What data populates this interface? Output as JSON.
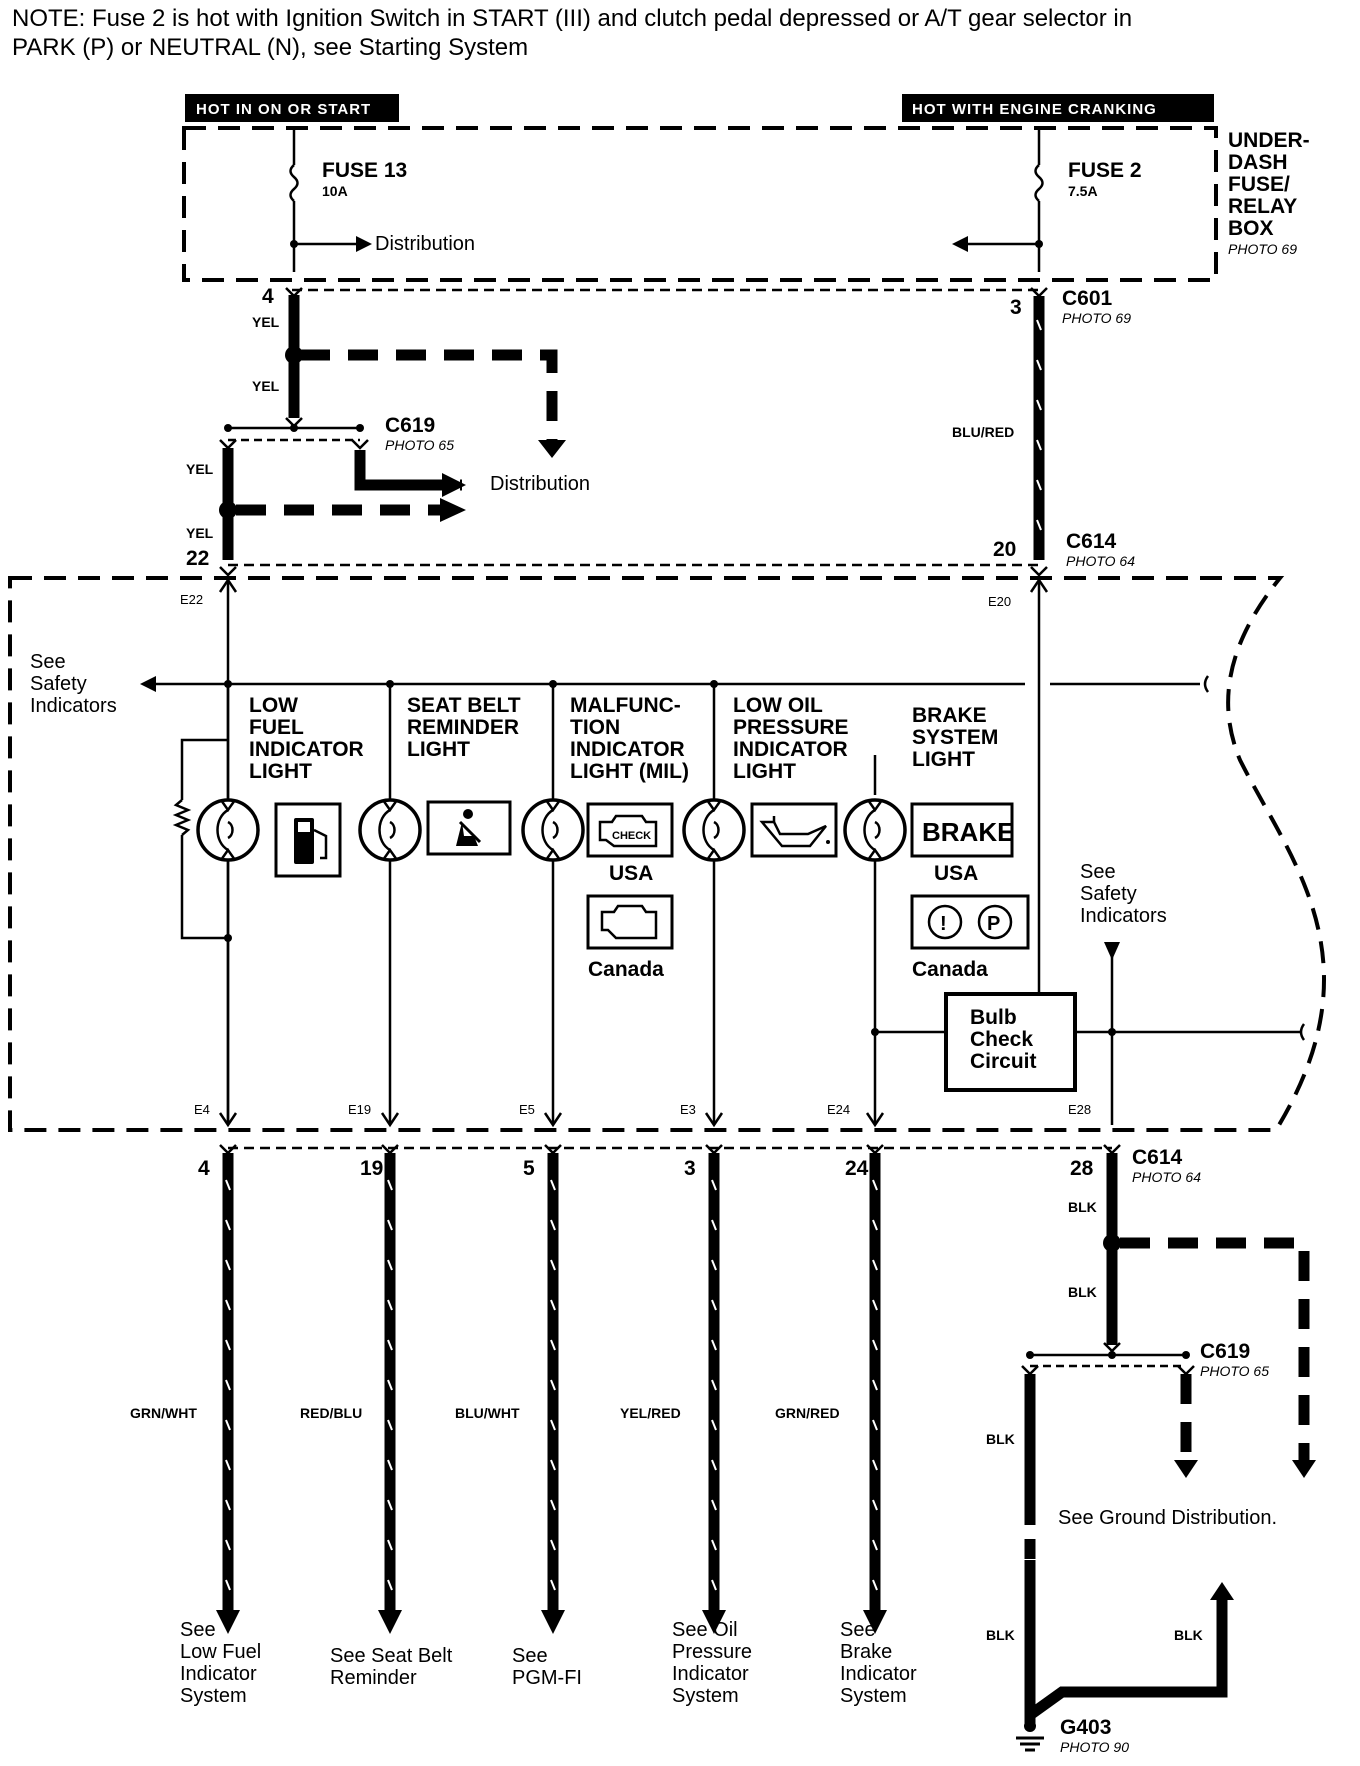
{
  "note": {
    "line1": "NOTE: Fuse 2 is hot with Ignition Switch in START (III) and clutch pedal depressed or A/T gear selector in",
    "line2": "PARK (P) or NEUTRAL (N), see Starting System"
  },
  "headers": {
    "left": "HOT IN ON OR START",
    "right": "HOT WITH ENGINE CRANKING"
  },
  "fuse_box": {
    "label": [
      "UNDER-",
      "DASH",
      "FUSE/",
      "RELAY",
      "BOX"
    ],
    "photo": "PHOTO 69",
    "fuse13": {
      "name": "FUSE 13",
      "rating": "10A"
    },
    "fuse2": {
      "name": "FUSE 2",
      "rating": "7.5A"
    },
    "distribution": "Distribution"
  },
  "connectors": {
    "c601": {
      "name": "C601",
      "photo": "PHOTO 69",
      "pin_left": "4",
      "pin_right": "3"
    },
    "c619_top": {
      "name": "C619",
      "photo": "PHOTO 65"
    },
    "c614_top": {
      "name": "C614",
      "photo": "PHOTO 64",
      "pin_left": "22",
      "pin_right": "20"
    },
    "c614_bottom": {
      "name": "C614",
      "photo": "PHOTO 64",
      "pin": "28"
    },
    "c619_bottom": {
      "name": "C619",
      "photo": "PHOTO 65"
    },
    "g403": {
      "name": "G403",
      "photo": "PHOTO 90"
    }
  },
  "wires": {
    "yel": "YEL",
    "blu_red": "BLU/RED",
    "blk": "BLK",
    "grn_wht": "GRN/WHT",
    "red_blu": "RED/BLU",
    "blu_wht": "BLU/WHT",
    "yel_red": "YEL/RED",
    "grn_red": "GRN/RED"
  },
  "distribution_mid": "Distribution",
  "cluster": {
    "terminal_e22": "E22",
    "terminal_e20": "E20",
    "see_safety_left": [
      "See",
      "Safety",
      "Indicators"
    ],
    "see_safety_right": [
      "See",
      "Safety",
      "Indicators"
    ],
    "lights": [
      {
        "label": [
          "LOW",
          "FUEL",
          "INDICATOR",
          "LIGHT"
        ],
        "terminal": "E4",
        "pin": "4",
        "wire": "GRN/WHT",
        "dest": [
          "See",
          "Low Fuel",
          "Indicator",
          "System"
        ]
      },
      {
        "label": [
          "SEAT BELT",
          "REMINDER",
          "LIGHT"
        ],
        "terminal": "E19",
        "pin": "19",
        "wire": "RED/BLU",
        "dest": [
          "See Seat Belt",
          "Reminder"
        ]
      },
      {
        "label": [
          "MALFUNC-",
          "TION",
          "INDICATOR",
          "LIGHT (MIL)"
        ],
        "terminal": "E5",
        "pin": "5",
        "wire": "BLU/WHT",
        "dest": [
          "See",
          "PGM-FI"
        ]
      },
      {
        "label": [
          "LOW OIL",
          "PRESSURE",
          "INDICATOR",
          "LIGHT"
        ],
        "terminal": "E3",
        "pin": "3",
        "wire": "YEL/RED",
        "dest": [
          "See Oil",
          "Pressure",
          "Indicator",
          "System"
        ]
      },
      {
        "label": [
          "BRAKE",
          "SYSTEM",
          "LIGHT"
        ],
        "terminal": "E24",
        "pin": "24",
        "wire": "GRN/RED",
        "dest": [
          "See",
          "Brake",
          "Indicator",
          "System"
        ]
      }
    ],
    "mil_check": "CHECK",
    "brake_word": "BRAKE",
    "usa": "USA",
    "canada": "Canada",
    "bulb_check": [
      "Bulb",
      "Check",
      "Circuit"
    ],
    "terminal_e28": "E28"
  },
  "ground": {
    "see_ground": "See Ground Distribution."
  },
  "icons": [
    "fuel-pump-icon",
    "seat-belt-icon",
    "check-engine-icon",
    "oil-can-icon",
    "parking-brake-icon",
    "ground-symbol-icon"
  ]
}
